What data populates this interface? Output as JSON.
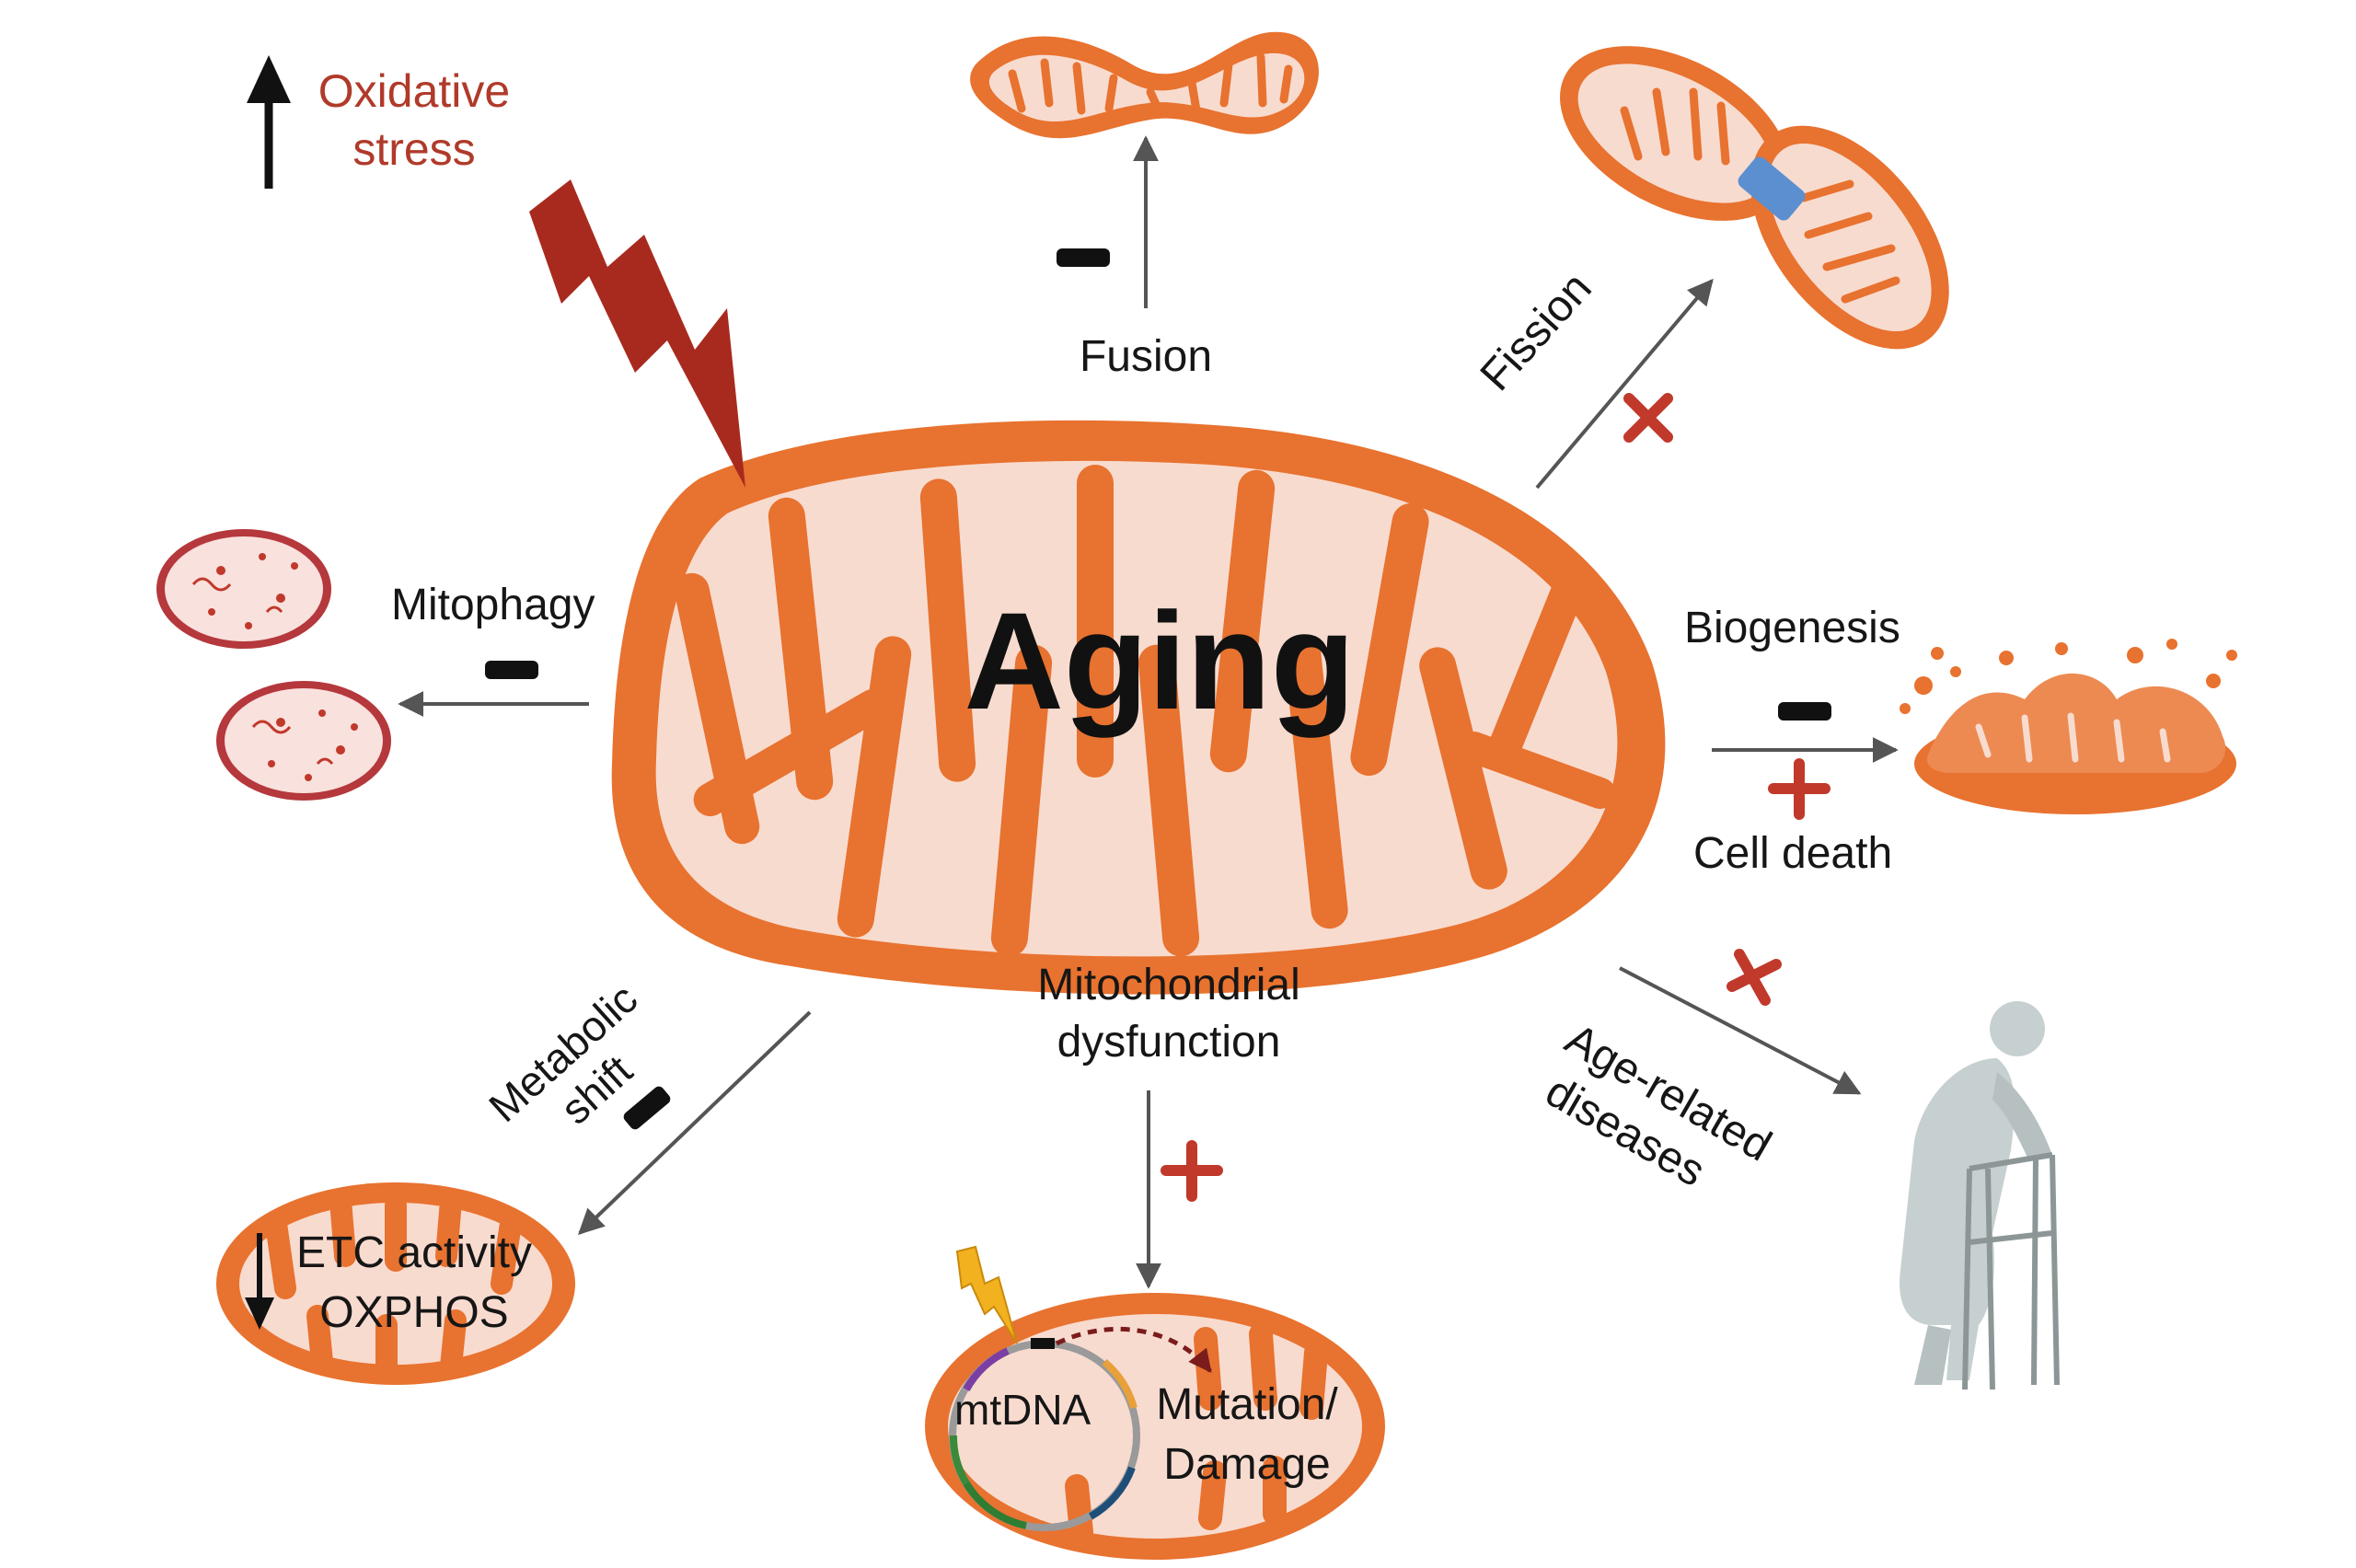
{
  "title": "Aging",
  "oxidative_stress": {
    "line1": "Oxidative",
    "line2": "stress"
  },
  "processes": {
    "fusion": {
      "label": "Fusion",
      "sign": "−"
    },
    "fission": {
      "label": "Fission",
      "sign": "+"
    },
    "mitophagy": {
      "label": "Mitophagy",
      "sign": "−"
    },
    "biogenesis": {
      "label": "Biogenesis",
      "sign": "−"
    },
    "cell_death": {
      "label": "Cell death",
      "sign": "+"
    },
    "metabolic_shift": {
      "line1": "Metabolic",
      "line2": "shift",
      "sign": "−"
    },
    "mito_dysfunction": {
      "line1": "Mitochondrial",
      "line2": "dysfunction",
      "sign": "+"
    },
    "age_related": {
      "line1": "Age-related",
      "line2": "diseases",
      "sign": "+"
    }
  },
  "etc": {
    "line1": "ETC activity",
    "line2": "OXPHOS"
  },
  "mtdna": {
    "label": "mtDNA",
    "line1": "Mutation/",
    "line2": "Damage"
  },
  "colors": {
    "mito_orange": "#e8722f",
    "mito_inner": "#f8dbcf",
    "increase_red": "#c0392b",
    "decrease_black": "#111111",
    "lightning": "#a82a1e",
    "arrow_gray": "#555555"
  }
}
